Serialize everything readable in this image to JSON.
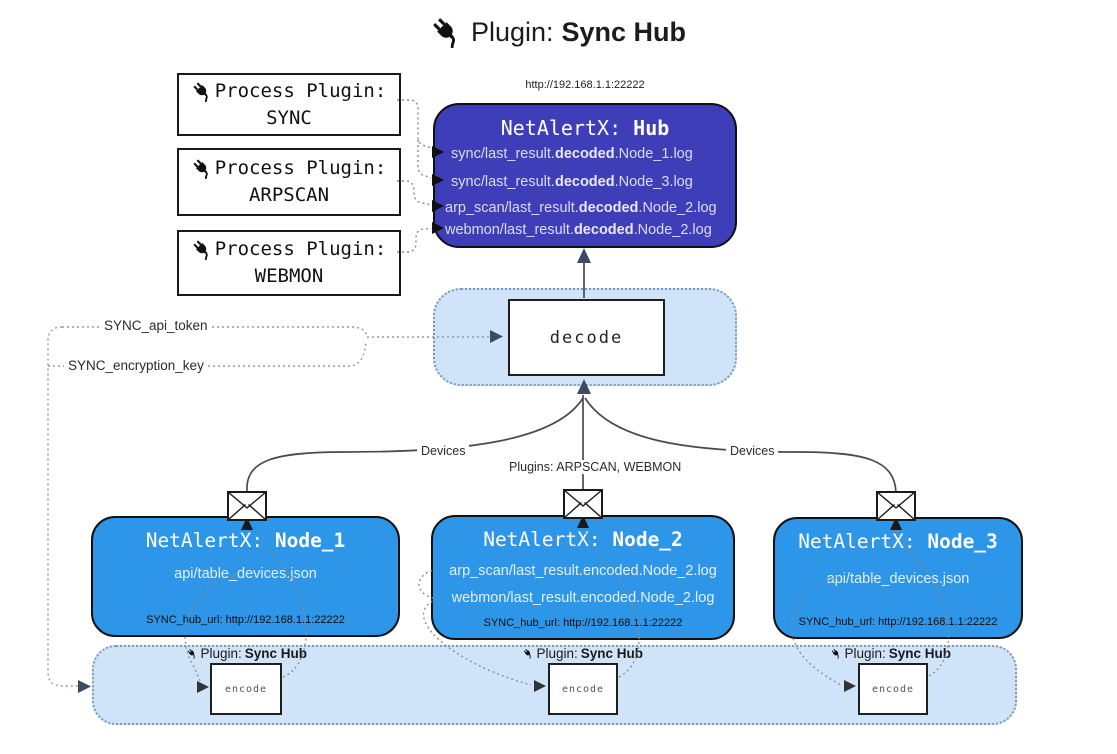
{
  "title": {
    "prefix": "Plugin: ",
    "name": "Sync Hub"
  },
  "hub": {
    "url": "http://192.168.1.1:22222",
    "name_prefix": "NetAlertX: ",
    "name_bold": "Hub",
    "logs": [
      {
        "pre": "sync/last_result.",
        "bold": "decoded",
        "post": ".Node_1.log"
      },
      {
        "pre": "sync/last_result.",
        "bold": "decoded",
        "post": ".Node_3.log"
      },
      {
        "pre": "arp_scan/last_result.",
        "bold": "decoded",
        "post": ".Node_2.log"
      },
      {
        "pre": "webmon/last_result.",
        "bold": "decoded",
        "post": ".Node_2.log"
      }
    ]
  },
  "process_plugins": [
    {
      "label": "Process Plugin:",
      "name": "SYNC"
    },
    {
      "label": "Process Plugin:",
      "name": "ARPSCAN"
    },
    {
      "label": "Process Plugin:",
      "name": "WEBMON"
    }
  ],
  "decode_label": "decode",
  "settings": {
    "api_token": "SYNC_api_token",
    "encryption_key": "SYNC_encryption_key"
  },
  "edges": {
    "devices_left": "Devices",
    "devices_right": "Devices",
    "plugins_mid": "Plugins: ARPSCAN, WEBMON"
  },
  "nodes": [
    {
      "name_prefix": "NetAlertX: ",
      "name_bold": "Node_1",
      "files": [
        "api/table_devices.json"
      ],
      "hub_url": "SYNC_hub_url: http://192.168.1.1:22222"
    },
    {
      "name_prefix": "NetAlertX: ",
      "name_bold": "Node_2",
      "files": [
        "arp_scan/last_result.encoded.Node_2.log",
        "webmon/last_result.encoded.Node_2.log"
      ],
      "hub_url": "SYNC_hub_url: http://192.168.1.1:22222"
    },
    {
      "name_prefix": "NetAlertX: ",
      "name_bold": "Node_3",
      "files": [
        "api/table_devices.json"
      ],
      "hub_url": "SYNC_hub_url: http://192.168.1.1:22222"
    }
  ],
  "encoders": [
    {
      "label_prefix": "Plugin: ",
      "label_bold": "Sync Hub",
      "box_label": "encode"
    },
    {
      "label_prefix": "Plugin: ",
      "label_bold": "Sync Hub",
      "box_label": "encode"
    },
    {
      "label_prefix": "Plugin: ",
      "label_bold": "Sync Hub",
      "box_label": "encode"
    }
  ],
  "colors": {
    "hub_fill": "#3e3eb8",
    "node_fill": "#2d96e8",
    "panel_fill": "#cfe4f8",
    "arrow": "#3b4c61",
    "hub_log_text": "#dcdcf2"
  }
}
